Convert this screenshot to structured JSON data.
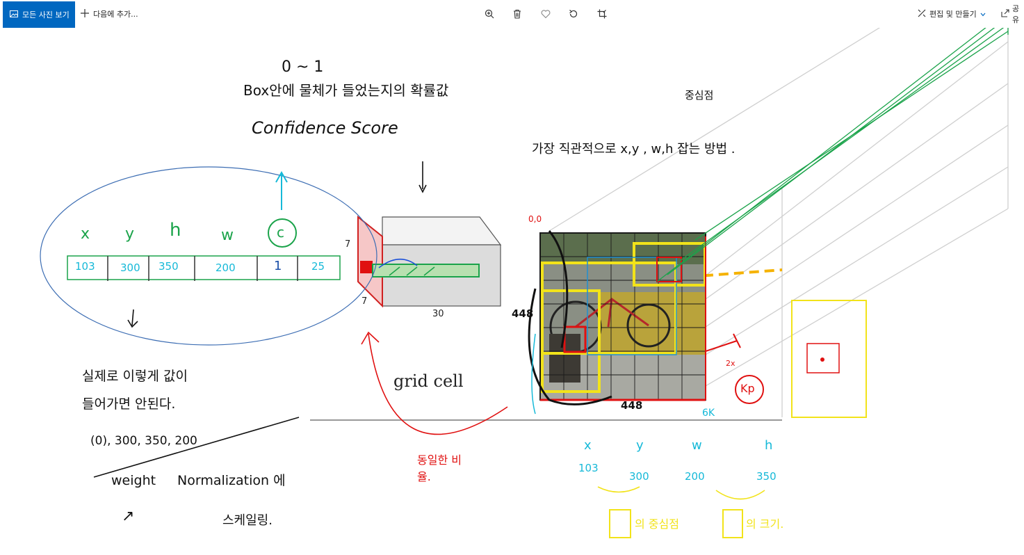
{
  "toolbar": {
    "all_photos_label": "모든 사진 보기",
    "add_to_label": "다음에 추가...",
    "edit_create_label": "편집 및 만들기",
    "share_label": "공유"
  },
  "icons": [
    "photo-icon",
    "plus-icon",
    "zoom-in-icon",
    "delete-icon",
    "heart-icon",
    "rotate-icon",
    "crop-icon",
    "edit-create-icon",
    "chevron-down-icon",
    "share-icon"
  ],
  "colors": {
    "accent": "#0067c0",
    "annotation_green": "#1aa34a",
    "annotation_cyan": "#16b9d8",
    "annotation_red": "#e01010",
    "annotation_yellow": "#f2e31a",
    "annotation_orange": "#f5b200"
  },
  "diagram": {
    "tensor_dim_7_top": "7",
    "tensor_dim_7_left": "7",
    "tensor_dim_30": "30",
    "caption": "grid cell",
    "image_origin": "0,0",
    "image_width_label": "448",
    "image_height_label": "448"
  },
  "handwriting": {
    "range": "0 ~ 1",
    "box_line": "Box안에 물체가 들었는지의 확률값",
    "confidence": "Confidence Score",
    "center": "중심점",
    "intuitive": "가장 직관적으로 x,y , w,h 잡는 방법 .",
    "vector_headers": [
      "x",
      "y",
      "h",
      "w",
      "c"
    ],
    "vector_values": [
      "103",
      "300",
      "350",
      "200",
      "1",
      "25"
    ],
    "actual_line1": "실제로 이렇게 값이",
    "actual_line2": "들어가면 안된다.",
    "actual_values": "(0), 300, 350, 200",
    "weight": "weight",
    "normalization": "Normalization 에",
    "scaling": "스케일링.",
    "relative": "동일한 비율.",
    "coords_labels": [
      "x",
      "y",
      "w",
      "h"
    ],
    "coords_values": [
      "103",
      "300",
      "200",
      "350"
    ],
    "center_of": "의 중심점",
    "size_of": "의 크기.",
    "kp": "Kp",
    "sixk": "6K",
    "dim_mark": "2x"
  }
}
